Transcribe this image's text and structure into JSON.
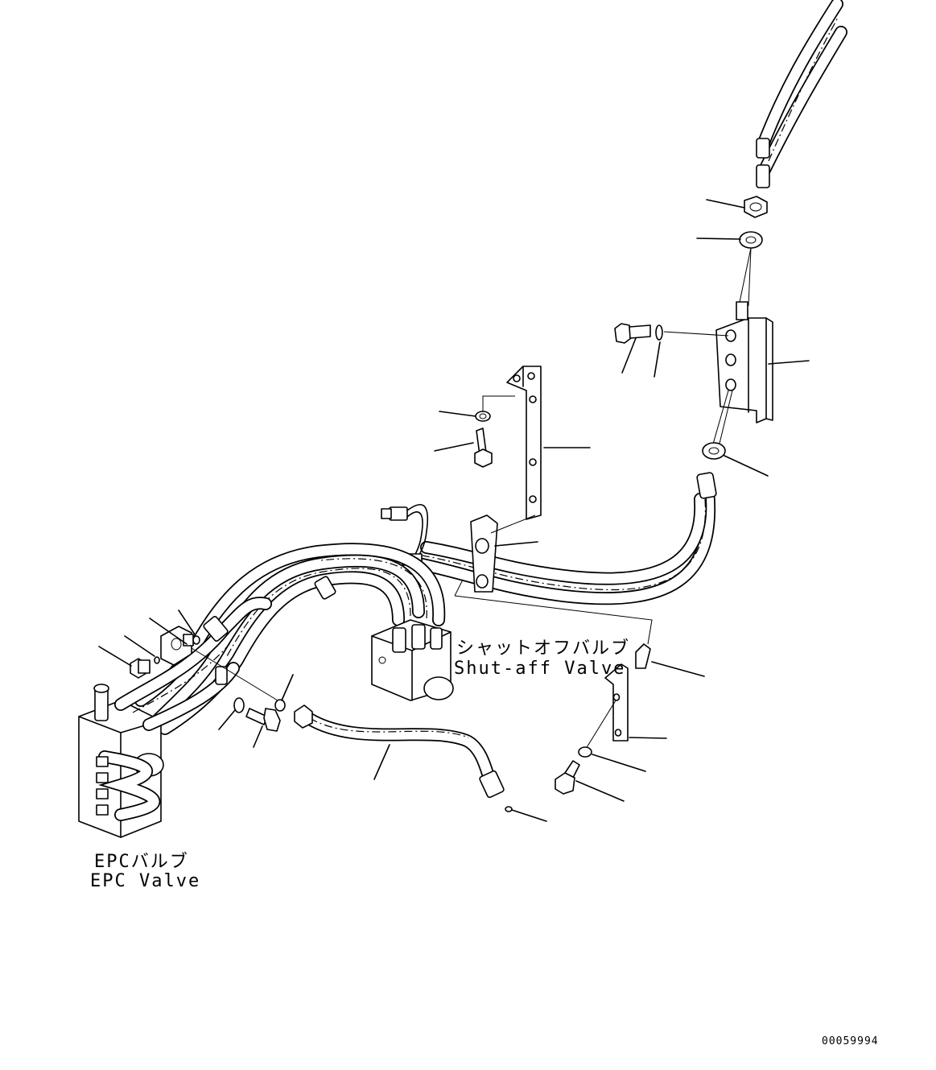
{
  "labels": {
    "shutoff_valve_jp": "シャットオフバルブ",
    "shutoff_valve_en": "Shut-aff Valve",
    "epc_valve_jp": "EPCバルブ",
    "epc_valve_en": "EPC Valve",
    "drawing_number": "00059994"
  }
}
